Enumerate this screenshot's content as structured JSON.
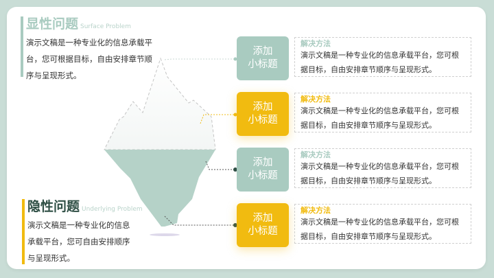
{
  "surface": {
    "title": "显性问题",
    "subtitle": "Surface Problem",
    "body": "演示文稿是一种专业化的信息承载平台，您可根据目标，自由安排章节顺序与呈现形式。"
  },
  "underlying": {
    "title": "隐性问题",
    "subtitle": "Underlying Problem",
    "body": "演示文稿是一种专业化的信息承载平台，您可自由安排顺序与呈现形式。"
  },
  "colors": {
    "green": "#a9cbc0",
    "yellow": "#f1bb10",
    "dark": "#2f4f45",
    "background": "#c9ddd6"
  },
  "items": [
    {
      "tag_line1": "添加",
      "tag_line2": "小标题",
      "heading": "解决方法",
      "body": "演示文稿是一种专业化的信息承载平台，您可根据目标，自由安排章节顺序与呈现形式。",
      "color": "green"
    },
    {
      "tag_line1": "添加",
      "tag_line2": "小标题",
      "heading": "解决方法",
      "body": "演示文稿是一种专业化的信息承载平台，您可根据目标，自由安排章节顺序与呈现形式。",
      "color": "yellow"
    },
    {
      "tag_line1": "添加",
      "tag_line2": "小标题",
      "heading": "解决方法",
      "body": "演示文稿是一种专业化的信息承载平台，您可根据目标，自由安排章节顺序与呈现形式。",
      "color": "green"
    },
    {
      "tag_line1": "添加",
      "tag_line2": "小标题",
      "heading": "解决方法",
      "body": "演示文稿是一种专业化的信息承载平台，您可根据目标，自由安排章节顺序与呈现形式。",
      "color": "yellow"
    }
  ]
}
